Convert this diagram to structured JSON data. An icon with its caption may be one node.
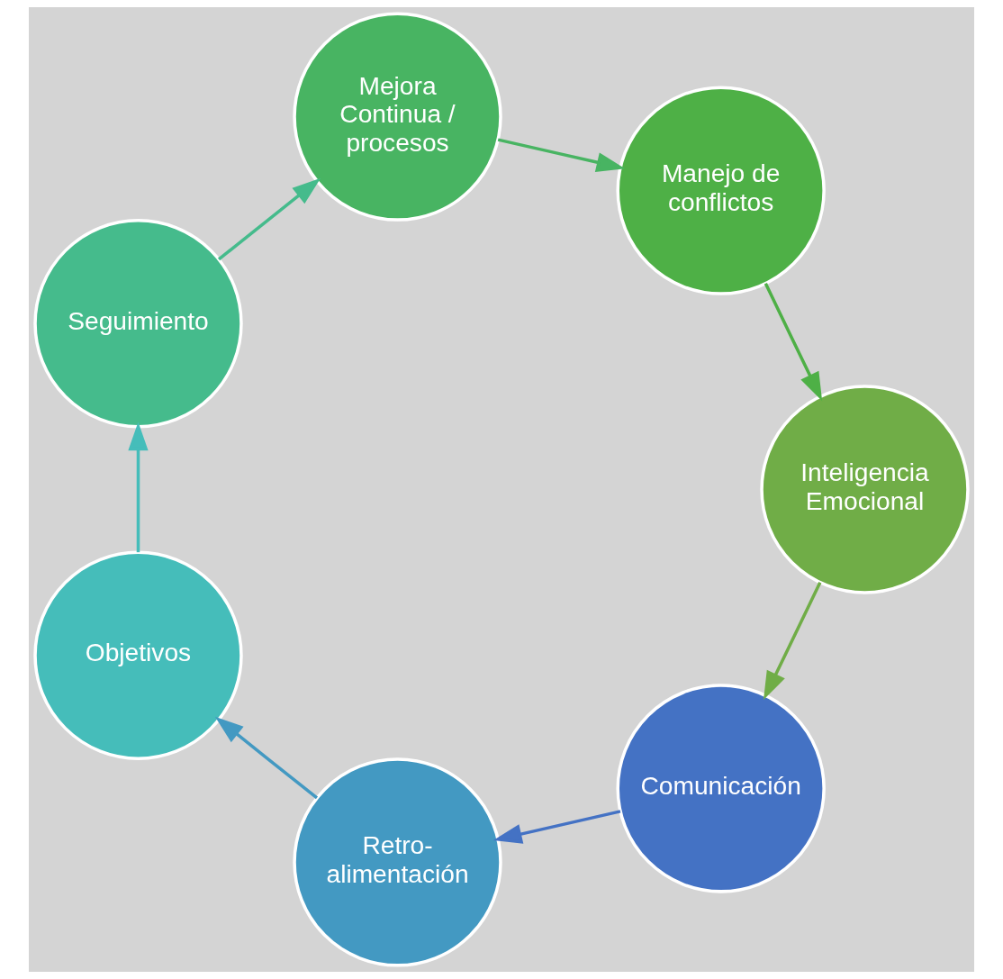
{
  "diagram": {
    "nodes": [
      {
        "text": [
          "Comunicación"
        ]
      },
      {
        "text": [
          "Retro- alimentación"
        ]
      },
      {
        "text": [
          "Objetivos"
        ]
      },
      {
        "text": [
          "Seguimiento"
        ]
      },
      {
        "text": [
          "Mejora Continua / procesos"
        ]
      },
      {
        "text": [
          "Manejo de conflictos"
        ]
      },
      {
        "text": [
          "Inteligencia Emocional"
        ]
      }
    ],
    "edges": [
      {
        "from": 0,
        "to": 1,
        "arrow": "to",
        "color": "#4472c4"
      },
      {
        "from": 1,
        "to": 2,
        "arrow": "to",
        "color": "#4399c2"
      },
      {
        "from": 2,
        "to": 3,
        "arrow": "to",
        "color": "#45bdba"
      },
      {
        "from": 3,
        "to": 4,
        "arrow": "to",
        "color": "#45bb8c"
      },
      {
        "from": 4,
        "to": 5,
        "arrow": "to",
        "color": "#48b462"
      },
      {
        "from": 5,
        "to": 6,
        "arrow": "to",
        "color": "#4eb046"
      },
      {
        "from": 6,
        "to": 0,
        "arrow": "to",
        "color": "#70ad47"
      }
    ]
  }
}
